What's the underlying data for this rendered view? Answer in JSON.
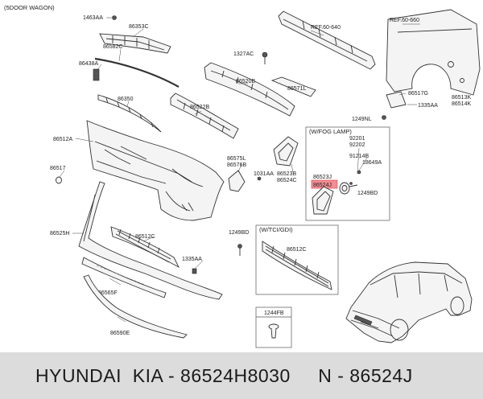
{
  "header_label": "(5DOOR WAGON)",
  "labels": {
    "l1463AA": "1463AA",
    "l86353C": "86353C",
    "l86582C": "86582C",
    "l86438A": "86438A",
    "l86350": "86350",
    "l86512A": "86512A",
    "l86517": "86517",
    "l86525H": "86525H",
    "l86512C": "86512C",
    "l1335AA_a": "1335AA",
    "l86565F": "86565F",
    "l86590E": "86590E",
    "lref1": "REF.60-640",
    "l1327AC": "1327AC",
    "l86520B": "86520B",
    "l86571L": "86571L",
    "l86522B": "86522B",
    "l86575L": "86575L",
    "l86576B": "86576B",
    "l1031AA": "1031AA",
    "l86523B": "86523B",
    "l86524C": "86524C",
    "l1249BD_a": "1249BD",
    "lref2": "REF.60-660",
    "l86517G": "86517G",
    "l86513K": "86513K",
    "l86514K": "86514K",
    "l1335AA_b": "1335AA",
    "l1249NL": "1249NL",
    "fog_title": "(W/FOG LAMP)",
    "l92201": "92201",
    "l92202": "92202",
    "l91214B": "91214B",
    "l18649A": "18649A",
    "l86523J": "86523J",
    "l86524J": "86524J",
    "l1249BD_b": "1249BD",
    "tci_title": "(W/TCI/GDI)",
    "l86512C_b": "86512C",
    "l1244FB": "1244FB"
  },
  "footer_text": "HYUNDAI  KIA - 86524H8030     N - 86524J",
  "colors": {
    "footer_bg": "#dcdcdc",
    "highlight": "#e8323c"
  }
}
